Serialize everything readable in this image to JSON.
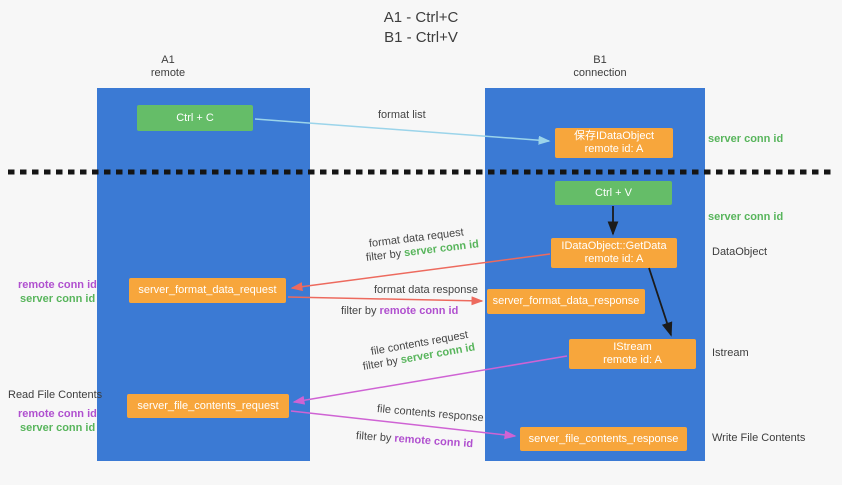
{
  "title": {
    "line1": "A1 - Ctrl+C",
    "line2": "B1 - Ctrl+V"
  },
  "lanes": {
    "left": {
      "name": "A1",
      "subtitle": "remote"
    },
    "right": {
      "name": "B1",
      "subtitle": "connection"
    }
  },
  "boxes": {
    "ctrl_c": "Ctrl + C",
    "ctrl_v": "Ctrl + V",
    "save_idataobject": {
      "line1": "保存IDataObject",
      "line2": "remote id: A"
    },
    "getdata": {
      "line1": "IDataObject::GetData",
      "line2": "remote id: A"
    },
    "istream": {
      "line1": "IStream",
      "line2": "remote id: A"
    },
    "server_format_data_request": "server_format_data_request",
    "server_format_data_response": "server_format_data_response",
    "server_file_contents_request": "server_file_contents_request",
    "server_file_contents_response": "server_file_contents_response"
  },
  "labels": {
    "format_list": "format list",
    "format_data_request": "format data request",
    "format_data_response": "format data response",
    "file_contents_request": "file contents request",
    "file_contents_response": "file contents response",
    "filter_by": "filter by",
    "server_conn_id": "server conn id",
    "remote_conn_id": "remote conn id"
  },
  "side_labels": {
    "dataobject": "DataObject",
    "istream": "Istream",
    "read_file_contents": "Read File Contents",
    "write_file_contents": "Write File Contents"
  },
  "colors": {
    "lane_blue": "#3b7ad4",
    "box_green": "#65bd68",
    "box_orange": "#f7a63c",
    "green_text": "#58b55c",
    "purple_text": "#b050cf",
    "red_arrow": "#ed6a5e",
    "magenta_arrow": "#cf63d4",
    "blue_arrow": "#9bd4ea",
    "black_arrow": "#1b1b1b"
  }
}
